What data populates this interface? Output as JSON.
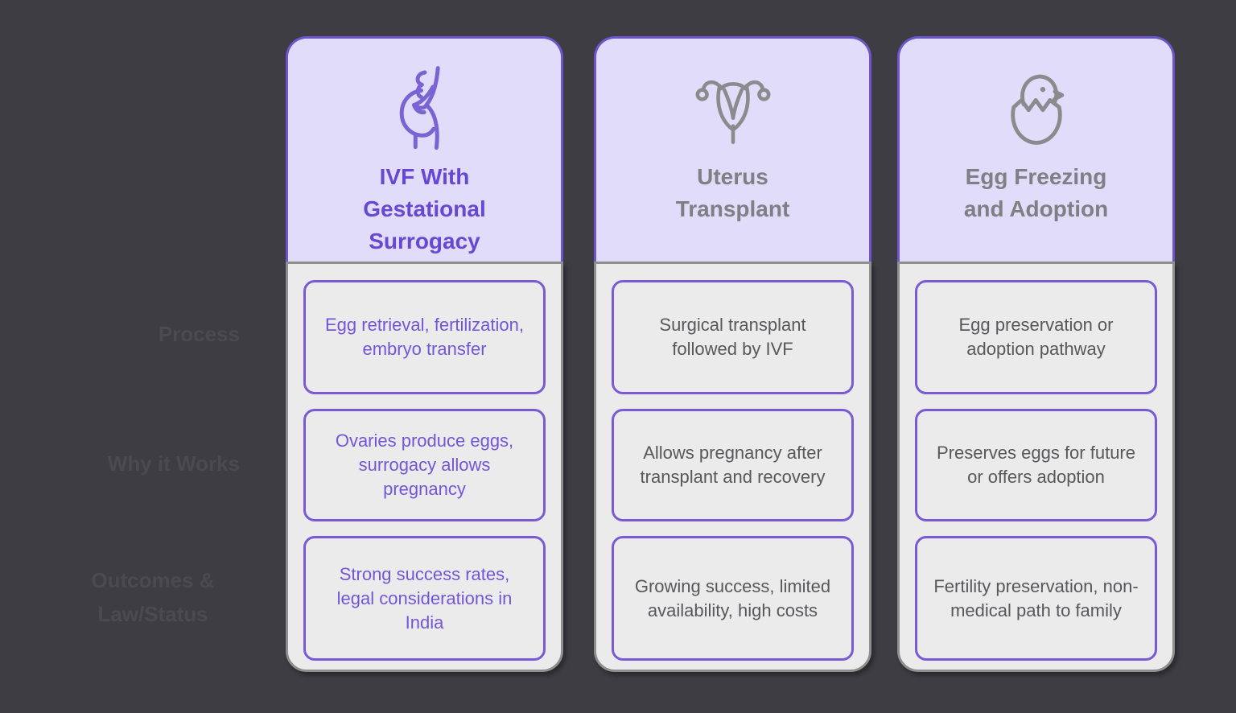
{
  "colors": {
    "page_background": "#3e3d43",
    "header_background": "#e1dcf9",
    "header_border_purple": "#6e55c9",
    "body_background": "#ebebeb",
    "body_border_gray": "#8f8f8f",
    "cell_border_purple": "#7a5ad4",
    "purple_text": "#6748d2",
    "gray_header_text": "#7f7f85",
    "gray_cell_text": "#58585c",
    "row_label_text": "#4b4a51"
  },
  "rows": [
    {
      "label": "Process"
    },
    {
      "label": "Why it Works"
    },
    {
      "label": "Outcomes & Law/Status"
    }
  ],
  "columns": [
    {
      "title": "IVF With Gestational Surrogacy",
      "icon": "pregnant-woman-icon",
      "accent": "purple",
      "cells": [
        "Egg retrieval, fertilization, embryo transfer",
        "Ovaries produce eggs, surrogacy allows pregnancy",
        "Strong success rates, legal considerations in India"
      ]
    },
    {
      "title": "Uterus Transplant",
      "icon": "uterus-icon",
      "accent": "gray",
      "cells": [
        "Surgical transplant followed by IVF",
        "Allows pregnancy after transplant and recovery",
        "Growing success, limited availability, high costs"
      ]
    },
    {
      "title": "Egg Freezing and Adoption",
      "icon": "hatching-chick-icon",
      "accent": "gray",
      "cells": [
        "Egg preservation or adoption pathway",
        "Preserves eggs for future or offers adoption",
        "Fertility preservation, non-medical path to family"
      ]
    }
  ]
}
